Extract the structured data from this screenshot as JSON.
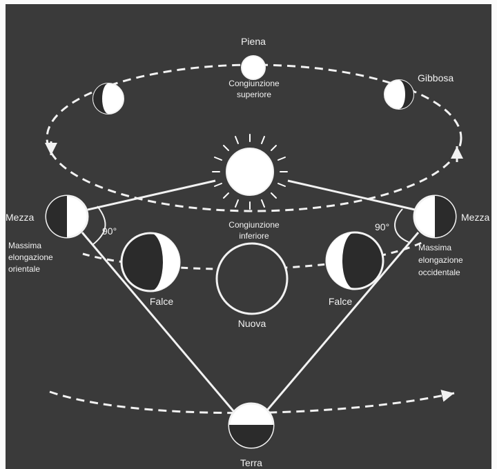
{
  "labels": {
    "piena": "Piena",
    "gibbosa": "Gibbosa",
    "mezza_left": "Mezza",
    "mezza_right": "Mezza",
    "falce_left": "Falce",
    "falce_right": "Falce",
    "nuova": "Nuova",
    "terra": "Terra",
    "angle_left": "90°",
    "angle_right": "90°",
    "cong_sup_1": "Congiunzione",
    "cong_sup_2": "superiore",
    "cong_inf_1": "Congiunzione",
    "cong_inf_2": "inferiore",
    "elong_or_1": "Massima",
    "elong_or_2": "elongazione",
    "elong_or_3": "orientale",
    "elong_occ_1": "Massima",
    "elong_occ_2": "elongazione",
    "elong_occ_3": "occidentale"
  },
  "colors": {
    "background": "#3a3a3a",
    "foreground": "#f2f2f2",
    "dark": "#2b2b2b"
  }
}
